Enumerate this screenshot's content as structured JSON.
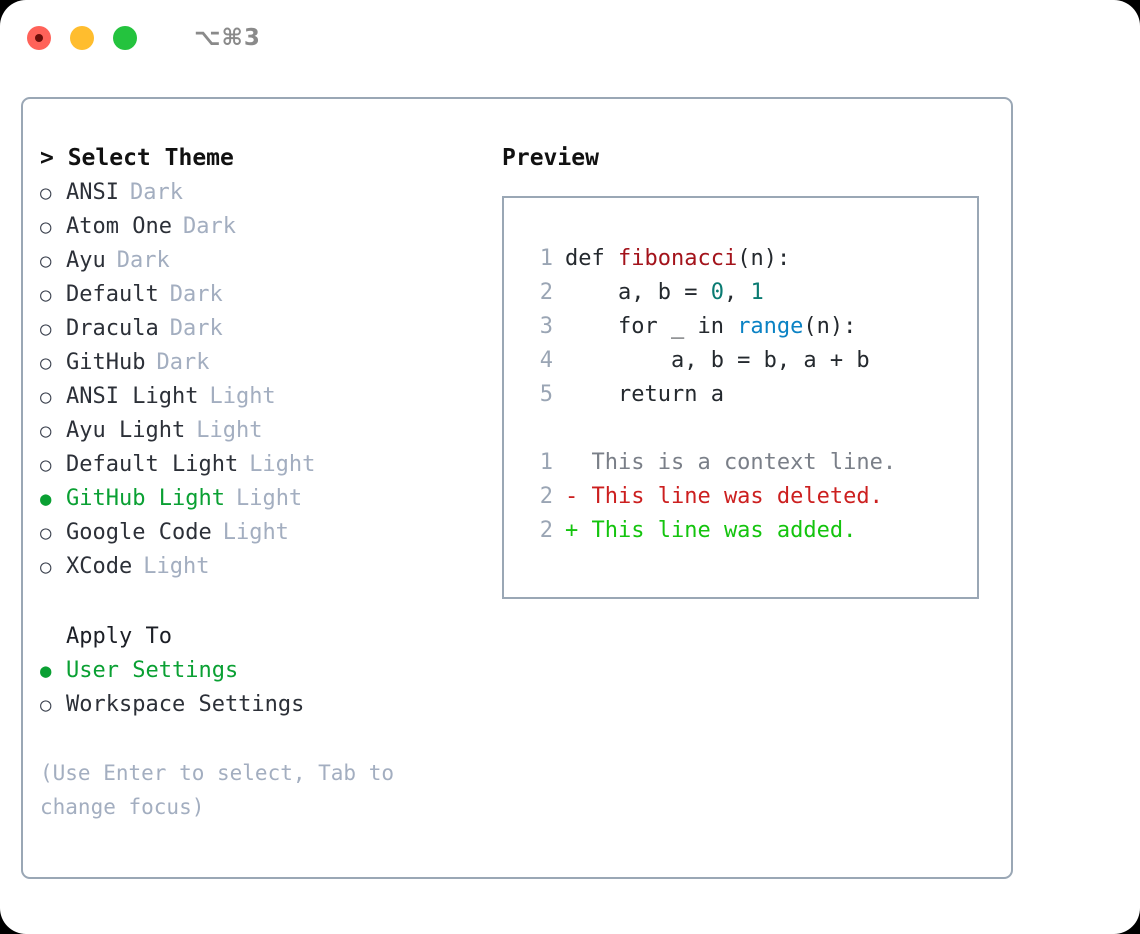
{
  "titlebar": {
    "shortcut": "⌥⌘3",
    "lights": [
      "close",
      "minimize",
      "maximize"
    ]
  },
  "left": {
    "header": "> Select Theme",
    "themes": [
      {
        "bullet": "○",
        "name": "ANSI",
        "badge": "Dark",
        "selected": false
      },
      {
        "bullet": "○",
        "name": "Atom One",
        "badge": "Dark",
        "selected": false
      },
      {
        "bullet": "○",
        "name": "Ayu",
        "badge": "Dark",
        "selected": false
      },
      {
        "bullet": "○",
        "name": "Default",
        "badge": "Dark",
        "selected": false
      },
      {
        "bullet": "○",
        "name": "Dracula",
        "badge": "Dark",
        "selected": false
      },
      {
        "bullet": "○",
        "name": "GitHub",
        "badge": "Dark",
        "selected": false
      },
      {
        "bullet": "○",
        "name": "ANSI Light",
        "badge": "Light",
        "selected": false
      },
      {
        "bullet": "○",
        "name": "Ayu Light",
        "badge": "Light",
        "selected": false
      },
      {
        "bullet": "○",
        "name": "Default Light",
        "badge": "Light",
        "selected": false
      },
      {
        "bullet": "●",
        "name": "GitHub Light",
        "badge": "Light",
        "selected": true
      },
      {
        "bullet": "○",
        "name": "Google Code",
        "badge": "Light",
        "selected": false
      },
      {
        "bullet": "○",
        "name": "XCode",
        "badge": "Light",
        "selected": false
      }
    ],
    "apply_to": {
      "title": "Apply To",
      "options": [
        {
          "bullet": "●",
          "label": "User Settings",
          "selected": true
        },
        {
          "bullet": "○",
          "label": "Workspace Settings",
          "selected": false
        }
      ]
    },
    "hint": "(Use Enter to select, Tab to change focus)"
  },
  "right": {
    "title": "Preview",
    "code_lines": [
      {
        "no": "1",
        "parts": [
          {
            "t": "def ",
            "c": "plain"
          },
          {
            "t": "fibonacci",
            "c": "fn"
          },
          {
            "t": "(n):",
            "c": "plain"
          }
        ]
      },
      {
        "no": "2",
        "parts": [
          {
            "t": "    a, b = ",
            "c": "plain"
          },
          {
            "t": "0",
            "c": "num"
          },
          {
            "t": ", ",
            "c": "plain"
          },
          {
            "t": "1",
            "c": "num"
          }
        ]
      },
      {
        "no": "3",
        "parts": [
          {
            "t": "    for _ in ",
            "c": "plain"
          },
          {
            "t": "range",
            "c": "call"
          },
          {
            "t": "(n):",
            "c": "plain"
          }
        ]
      },
      {
        "no": "4",
        "parts": [
          {
            "t": "        a, b = b, a + b",
            "c": "plain"
          }
        ]
      },
      {
        "no": "5",
        "parts": [
          {
            "t": "    return a",
            "c": "plain"
          }
        ]
      }
    ],
    "diff_lines": [
      {
        "no": "1",
        "text": "  This is a context line.",
        "kind": "context"
      },
      {
        "no": "2",
        "text": "- This line was deleted.",
        "kind": "del"
      },
      {
        "no": "2",
        "text": "+ This line was added.",
        "kind": "add"
      }
    ]
  },
  "colors": {
    "accent_green": "#0aa033",
    "muted": "#a3aec0",
    "border": "#9aa7b5",
    "code_fn": "#a3131b",
    "code_num": "#0a7b72",
    "code_call": "#0a82c4",
    "diff_del": "#cc1f1f",
    "diff_add": "#14c40e"
  }
}
